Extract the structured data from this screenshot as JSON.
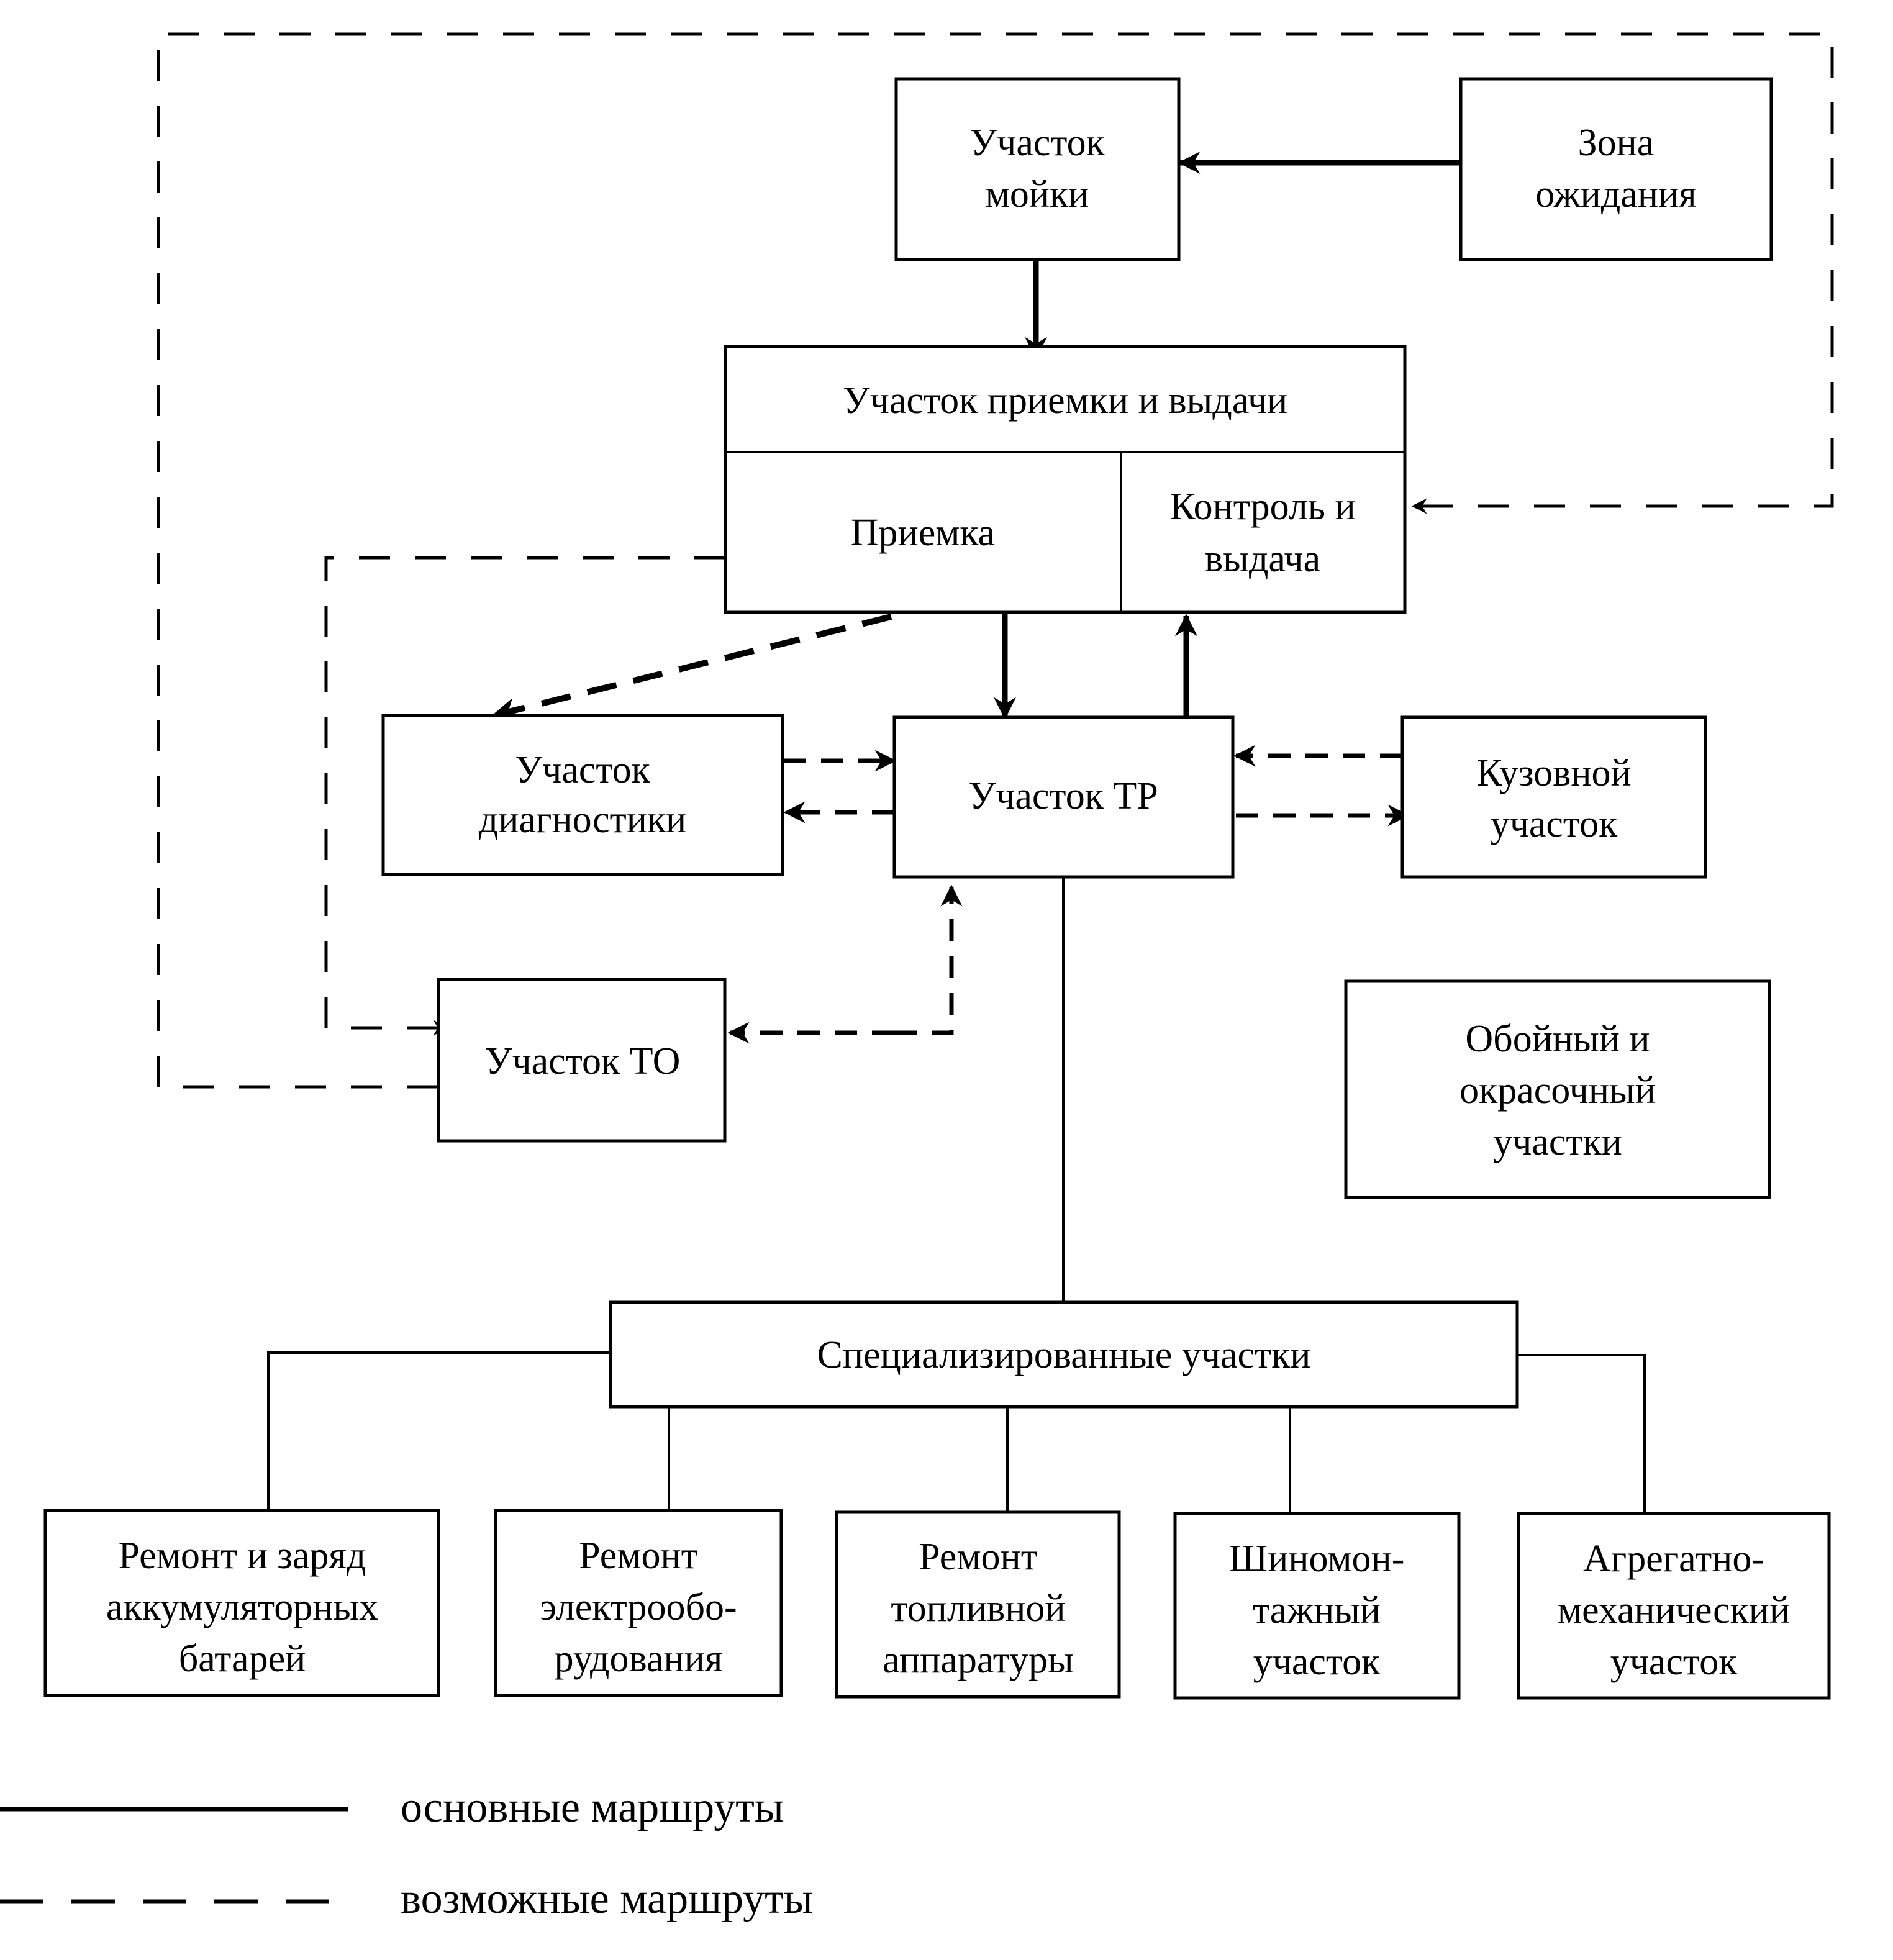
{
  "boxes": {
    "washing": [
      "Участок",
      "мойки"
    ],
    "waiting": [
      "Зона",
      "ожидания"
    ],
    "reception_header": [
      "Участок приемки и выдачи"
    ],
    "reception": [
      "Приемка"
    ],
    "control": [
      "Контроль и",
      "выдача"
    ],
    "diagnostics": [
      "Участок",
      "диагностики"
    ],
    "tr": [
      "Участок ТР"
    ],
    "body_shop": [
      "Кузовной",
      "участок"
    ],
    "to": [
      "Участок ТО"
    ],
    "upholstery": [
      "Обойный и",
      "окрасочный",
      "участки"
    ],
    "specialized": [
      "Специализированные участки"
    ],
    "battery": [
      "Ремонт и заряд",
      "аккумуляторных",
      "батарей"
    ],
    "electrical": [
      "Ремонт",
      "электрообо-",
      "рудования"
    ],
    "fuel": [
      "Ремонт",
      "топливной",
      "аппаратуры"
    ],
    "tire": [
      "Шиномон-",
      "тажный",
      "участок"
    ],
    "aggregate": [
      "Агрегатно-",
      "механический",
      "участок"
    ]
  },
  "legend": {
    "main_routes": "основные маршруты",
    "possible_routes": "возможные маршруты"
  }
}
